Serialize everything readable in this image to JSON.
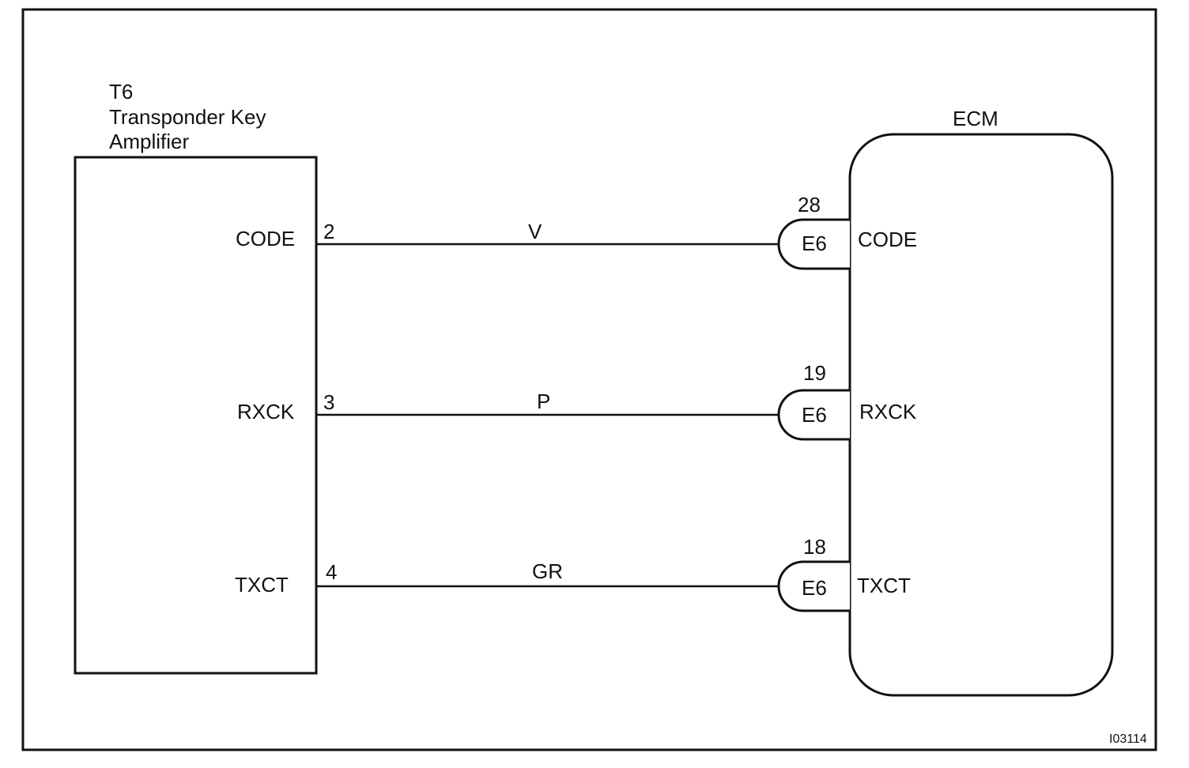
{
  "left_component": {
    "id": "T6",
    "name_line1": "Transponder  Key",
    "name_line2": "Amplifier",
    "pins": [
      {
        "signal": "CODE",
        "number": "2"
      },
      {
        "signal": "RXCK",
        "number": "3"
      },
      {
        "signal": "TXCT",
        "number": "4"
      }
    ]
  },
  "right_component": {
    "name": "ECM",
    "pins": [
      {
        "signal": "CODE",
        "connector": "E6",
        "number": "28"
      },
      {
        "signal": "RXCK",
        "connector": "E6",
        "number": "19"
      },
      {
        "signal": "TXCT",
        "connector": "E6",
        "number": "18"
      }
    ]
  },
  "wires": [
    {
      "color": "V"
    },
    {
      "color": "P"
    },
    {
      "color": "GR"
    }
  ],
  "figure_id": "I03114"
}
